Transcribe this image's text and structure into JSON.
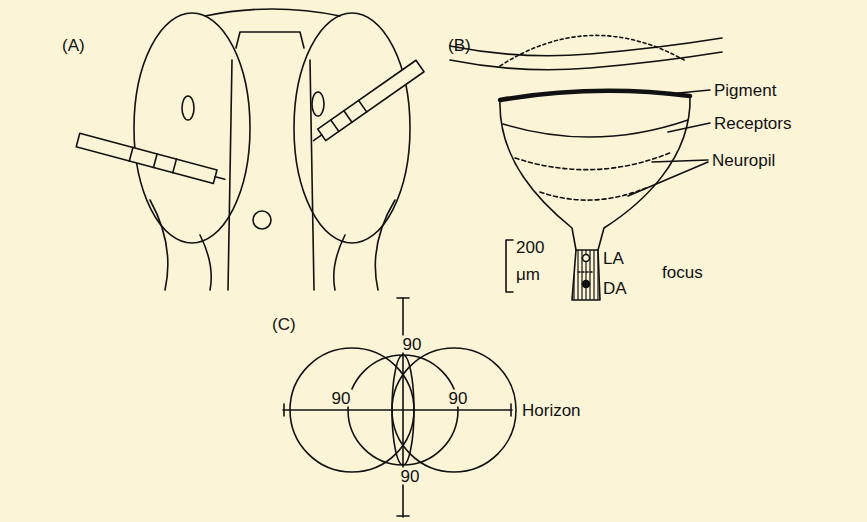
{
  "diagram": {
    "labels": [
      "(A)",
      "(B)",
      "Pigment",
      "Receptors",
      "Neuropil",
      "200",
      "μm",
      "LA",
      "DA",
      "focus",
      "(C)",
      "90",
      "90",
      "90",
      "90",
      "Horizon"
    ]
  }
}
